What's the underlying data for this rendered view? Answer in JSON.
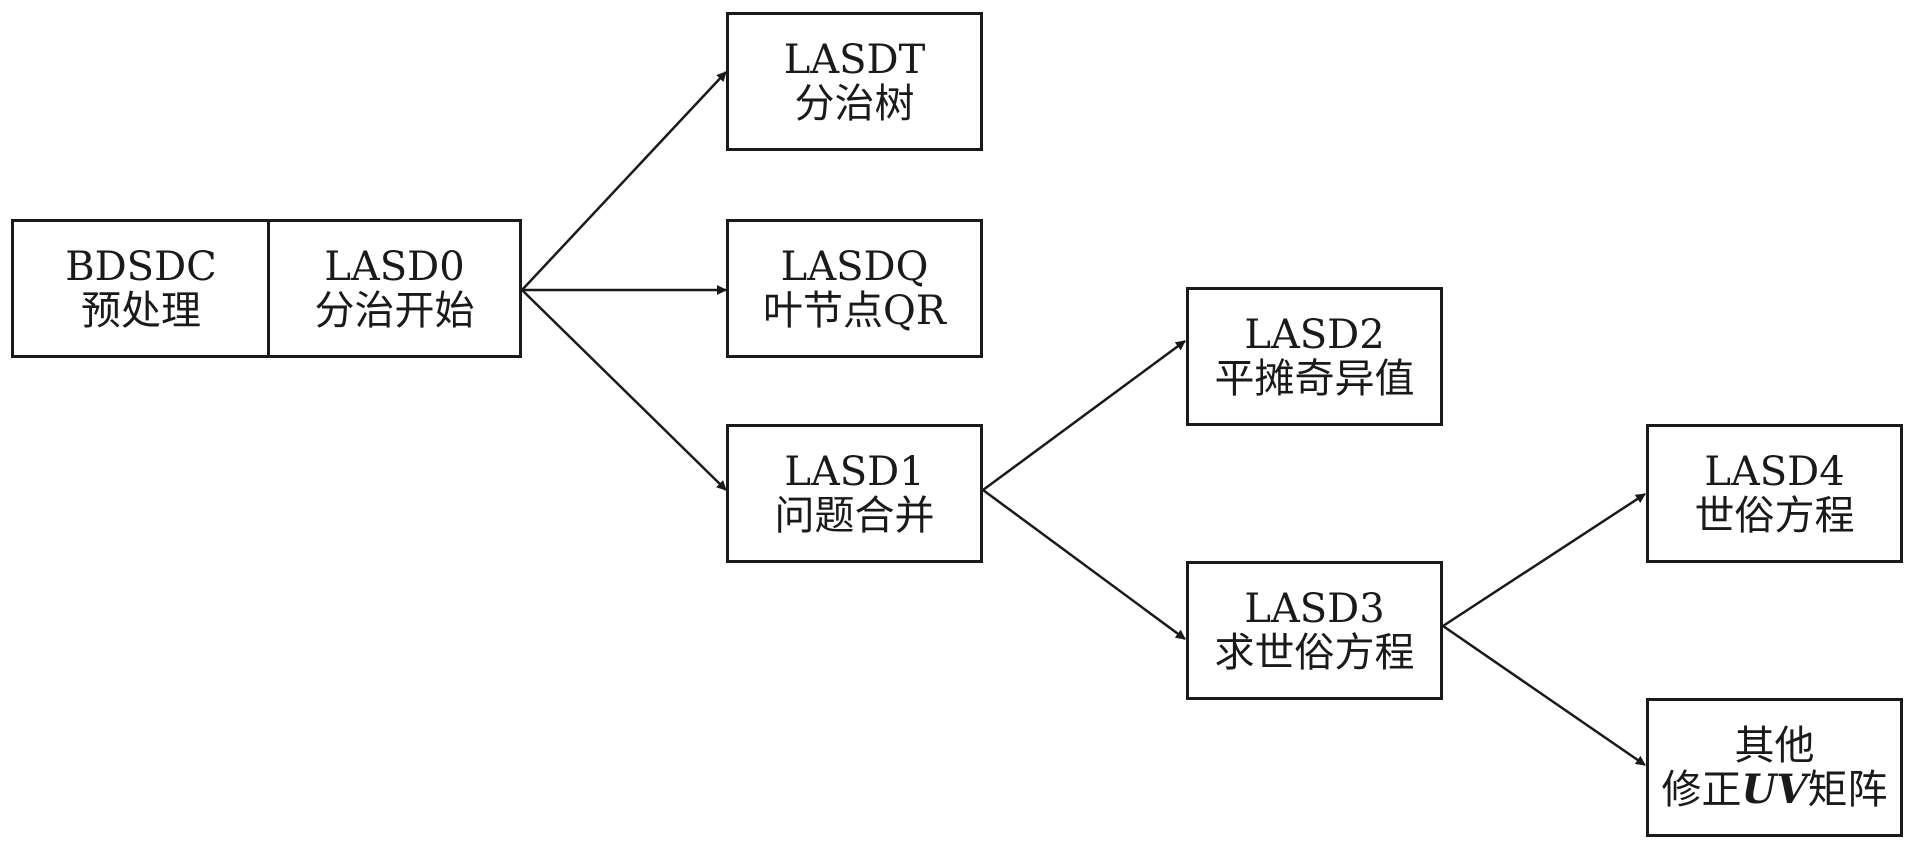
{
  "nodes": {
    "bdsdc": {
      "line1": "BDSDC",
      "line2": "预处理"
    },
    "lasd0": {
      "line1": "LASD0",
      "line2": "分治开始"
    },
    "lasdt": {
      "line1": "LASDT",
      "line2": "分治树"
    },
    "lasdq": {
      "line1": "LASDQ",
      "line2": "叶节点QR"
    },
    "lasd1": {
      "line1": "LASD1",
      "line2": "问题合并"
    },
    "lasd2": {
      "line1": "LASD2",
      "line2": "平摊奇异值"
    },
    "lasd3": {
      "line1": "LASD3",
      "line2": "求世俗方程"
    },
    "lasd4": {
      "line1": "LASD4",
      "line2": "世俗方程"
    },
    "other": {
      "line1": "其他",
      "line2_prefix": "修正",
      "line2_em": "UV",
      "line2_suffix": "矩阵"
    }
  },
  "edges": [
    {
      "from": "LASD0",
      "to": "LASDT"
    },
    {
      "from": "LASD0",
      "to": "LASDQ"
    },
    {
      "from": "LASD0",
      "to": "LASD1"
    },
    {
      "from": "LASD1",
      "to": "LASD2"
    },
    {
      "from": "LASD1",
      "to": "LASD3"
    },
    {
      "from": "LASD3",
      "to": "LASD4"
    },
    {
      "from": "LASD3",
      "to": "其他"
    }
  ]
}
